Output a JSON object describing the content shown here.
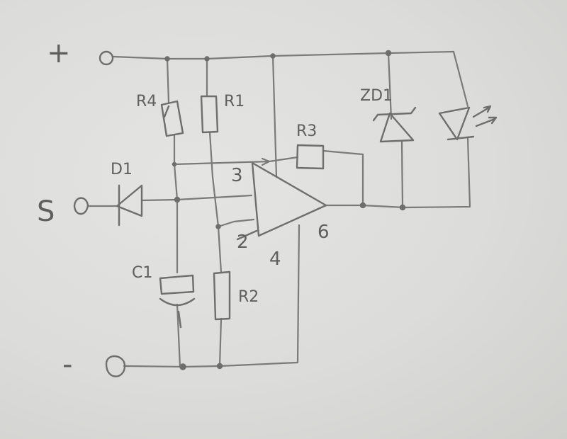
{
  "labels": {
    "plus": "+",
    "minus": "-",
    "signal": "S",
    "r4": "R4",
    "r1": "R1",
    "r3": "R3",
    "r2": "R2",
    "zd1": "ZD1",
    "d1": "D1",
    "c1": "C1",
    "pin3": "3",
    "pin2": "2",
    "pin4": "4",
    "pin6": "6"
  }
}
